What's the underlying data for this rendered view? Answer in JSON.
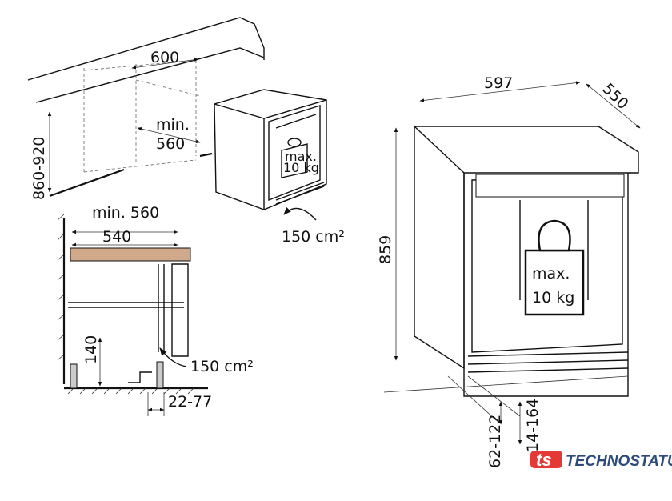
{
  "top_left": {
    "width_label": "600",
    "min_label": "min.",
    "min_value": "560",
    "height_label": "860-920",
    "vent_label": "150 cm²",
    "weight_max": "max.",
    "weight_value": "10 kg"
  },
  "section": {
    "min_width_label": "min. 560",
    "width_label": "540",
    "plinth_label": "140",
    "vent_label": "150 cm²",
    "gap_label": "22-77"
  },
  "appliance": {
    "width_label": "597",
    "depth_label": "550",
    "height_label": "859",
    "weight_max": "max.",
    "weight_value": "10 kg",
    "foot_label_1": "62-122",
    "foot_label_2": "14-164"
  },
  "brand": {
    "logo_text": "ts",
    "name": "TECHNOSTATUS",
    "logo_color": "#e53935",
    "name_color": "#2c4a7c"
  }
}
